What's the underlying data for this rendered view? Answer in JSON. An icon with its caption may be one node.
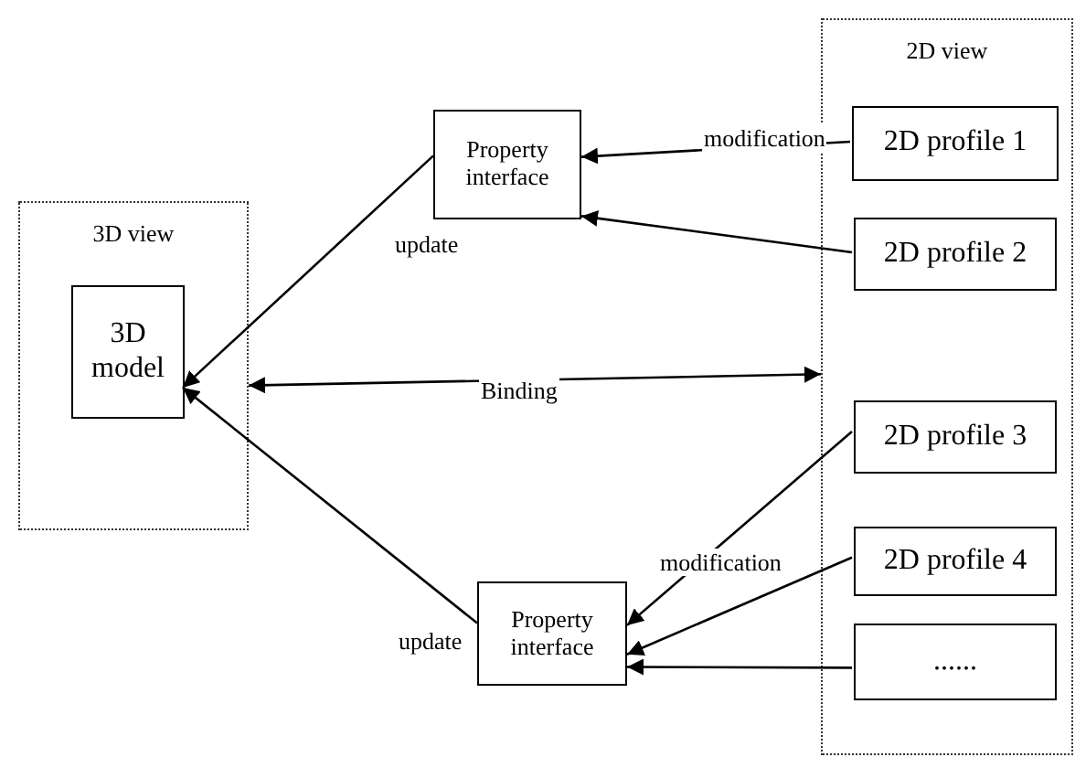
{
  "diagram": {
    "nodes": [
      {
        "text": [
          "3D view"
        ]
      },
      {
        "text": [
          "3D model"
        ],
        "in": 0
      },
      {
        "text": [
          "Property interface"
        ]
      },
      {
        "text": [
          "2D view"
        ]
      },
      {
        "text": [
          "2D profile 1"
        ],
        "in": 3
      },
      {
        "text": [
          "2D profile 2"
        ],
        "in": 3
      },
      {
        "text": [
          "2D profile 3"
        ],
        "in": 3
      },
      {
        "text": [
          "2D profile 4"
        ],
        "in": 3
      },
      {
        "text": [
          "......"
        ],
        "in": 3
      },
      {
        "text": [
          "Property interface"
        ]
      }
    ],
    "edges": [
      {
        "from": 4,
        "to": 2,
        "arrow": "to",
        "label": "modification"
      },
      {
        "from": 5,
        "to": 2,
        "arrow": "to"
      },
      {
        "from": 2,
        "to": 1,
        "arrow": "to",
        "label": "update"
      },
      {
        "from": 0,
        "to": 3,
        "arrow": "both",
        "label": "Binding"
      },
      {
        "from": 6,
        "to": 9,
        "arrow": "to"
      },
      {
        "from": 7,
        "to": 9,
        "arrow": "to",
        "label": "modification"
      },
      {
        "from": 8,
        "to": 9,
        "arrow": "to"
      },
      {
        "from": 9,
        "to": 1,
        "arrow": "to",
        "label": "update"
      }
    ]
  }
}
